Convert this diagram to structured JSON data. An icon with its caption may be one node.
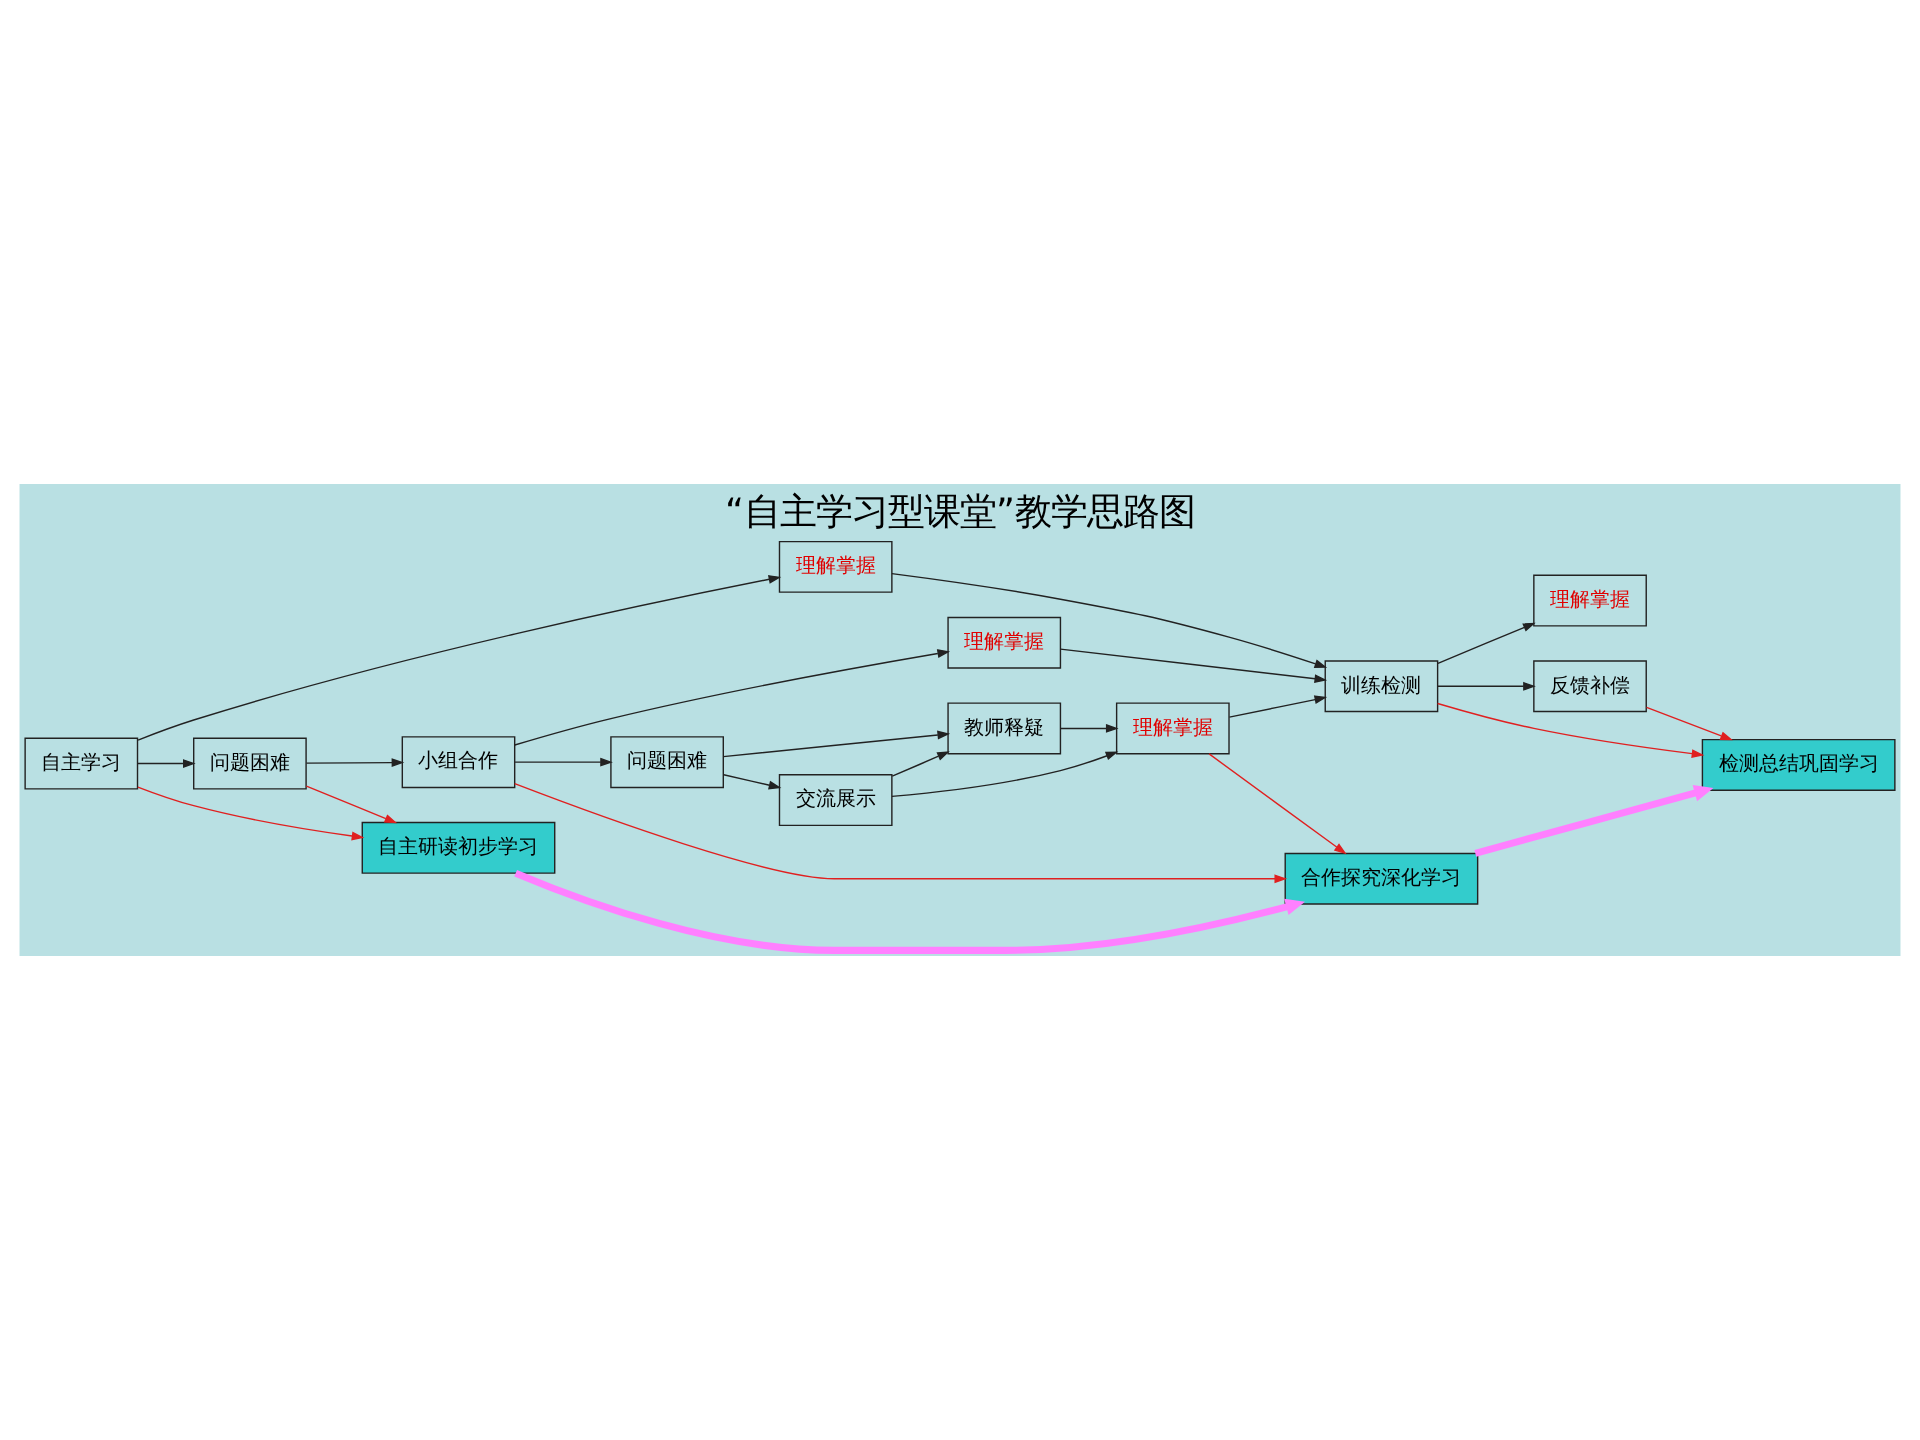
{
  "diagram": {
    "title": "“自主学习型课堂”教学思路图",
    "nodes": [
      {
        "text": [
          "自主学习"
        ]
      },
      {
        "text": [
          "理解掌握"
        ]
      },
      {
        "text": [
          "问题困难"
        ]
      },
      {
        "text": [
          "小组合作"
        ]
      },
      {
        "text": [
          "理解掌握"
        ]
      },
      {
        "text": [
          "问题困难"
        ]
      },
      {
        "text": [
          "交流展示"
        ]
      },
      {
        "text": [
          "教师释疑"
        ]
      },
      {
        "text": [
          "理解掌握"
        ]
      },
      {
        "text": [
          "训练检测"
        ]
      },
      {
        "text": [
          "理解掌握"
        ]
      },
      {
        "text": [
          "反馈补偿"
        ]
      },
      {
        "text": [
          "自主研读初步学习"
        ]
      },
      {
        "text": [
          "合作探究深化学习"
        ]
      },
      {
        "text": [
          "检测总结巩固学习"
        ]
      }
    ],
    "edges": [
      {
        "from": 0,
        "to": 1,
        "arrow": "to"
      },
      {
        "from": 0,
        "to": 2,
        "arrow": "to"
      },
      {
        "from": 1,
        "to": 9,
        "arrow": "to"
      },
      {
        "from": 2,
        "to": 3,
        "arrow": "to"
      },
      {
        "from": 3,
        "to": 4,
        "arrow": "to"
      },
      {
        "from": 3,
        "to": 5,
        "arrow": "to"
      },
      {
        "from": 4,
        "to": 9,
        "arrow": "to"
      },
      {
        "from": 5,
        "to": 6,
        "arrow": "to"
      },
      {
        "from": 5,
        "to": 7,
        "arrow": "to"
      },
      {
        "from": 6,
        "to": 7,
        "arrow": "to"
      },
      {
        "from": 6,
        "to": 8,
        "arrow": "to"
      },
      {
        "from": 7,
        "to": 8,
        "arrow": "to"
      },
      {
        "from": 8,
        "to": 9,
        "arrow": "to"
      },
      {
        "from": 9,
        "to": 10,
        "arrow": "to"
      },
      {
        "from": 9,
        "to": 11,
        "arrow": "to"
      },
      {
        "from": 0,
        "to": 12,
        "arrow": "to",
        "color": "#e02020"
      },
      {
        "from": 2,
        "to": 12,
        "arrow": "to",
        "color": "#e02020"
      },
      {
        "from": 3,
        "to": 13,
        "arrow": "to",
        "color": "#e02020"
      },
      {
        "from": 8,
        "to": 13,
        "arrow": "to",
        "color": "#e02020"
      },
      {
        "from": 9,
        "to": 14,
        "arrow": "to",
        "color": "#e02020"
      },
      {
        "from": 11,
        "to": 14,
        "arrow": "to",
        "color": "#e02020"
      },
      {
        "from": 12,
        "to": 13,
        "arrow": "to",
        "style": "thick",
        "color": "#ff80ff"
      },
      {
        "from": 13,
        "to": 14,
        "arrow": "to",
        "style": "thick",
        "color": "#ff80ff"
      }
    ]
  }
}
